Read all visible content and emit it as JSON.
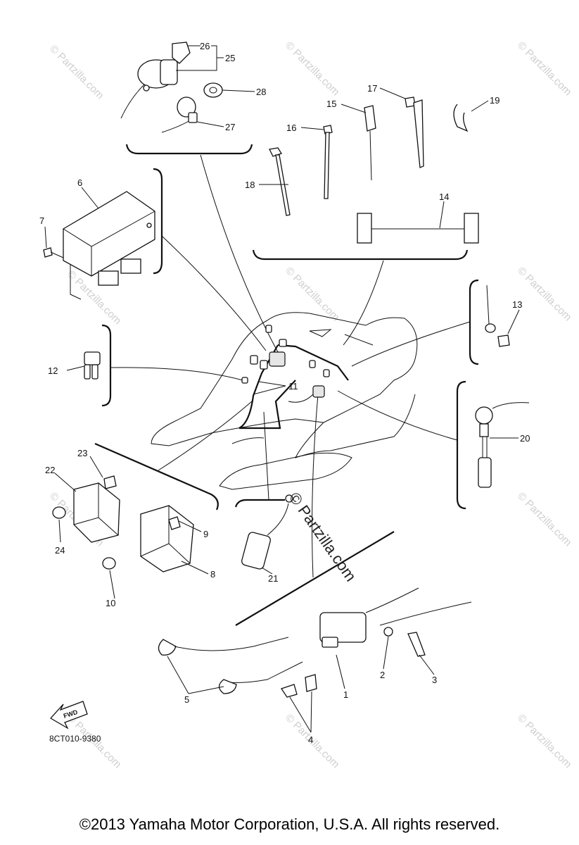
{
  "diagram_code": "8CT010-9380",
  "fwd_label": "FWD",
  "copyright": "©2013 Yamaha Motor Corporation, U.S.A. All rights reserved.",
  "watermark_main": "© Partzilla.com",
  "watermark_tile": "© Partzilla.com",
  "callouts": [
    "1",
    "2",
    "3",
    "4",
    "5",
    "6",
    "7",
    "8",
    "9",
    "10",
    "11",
    "12",
    "13",
    "14",
    "15",
    "16",
    "17",
    "18",
    "19",
    "20",
    "21",
    "22",
    "23",
    "24",
    "25",
    "26",
    "27",
    "28"
  ]
}
